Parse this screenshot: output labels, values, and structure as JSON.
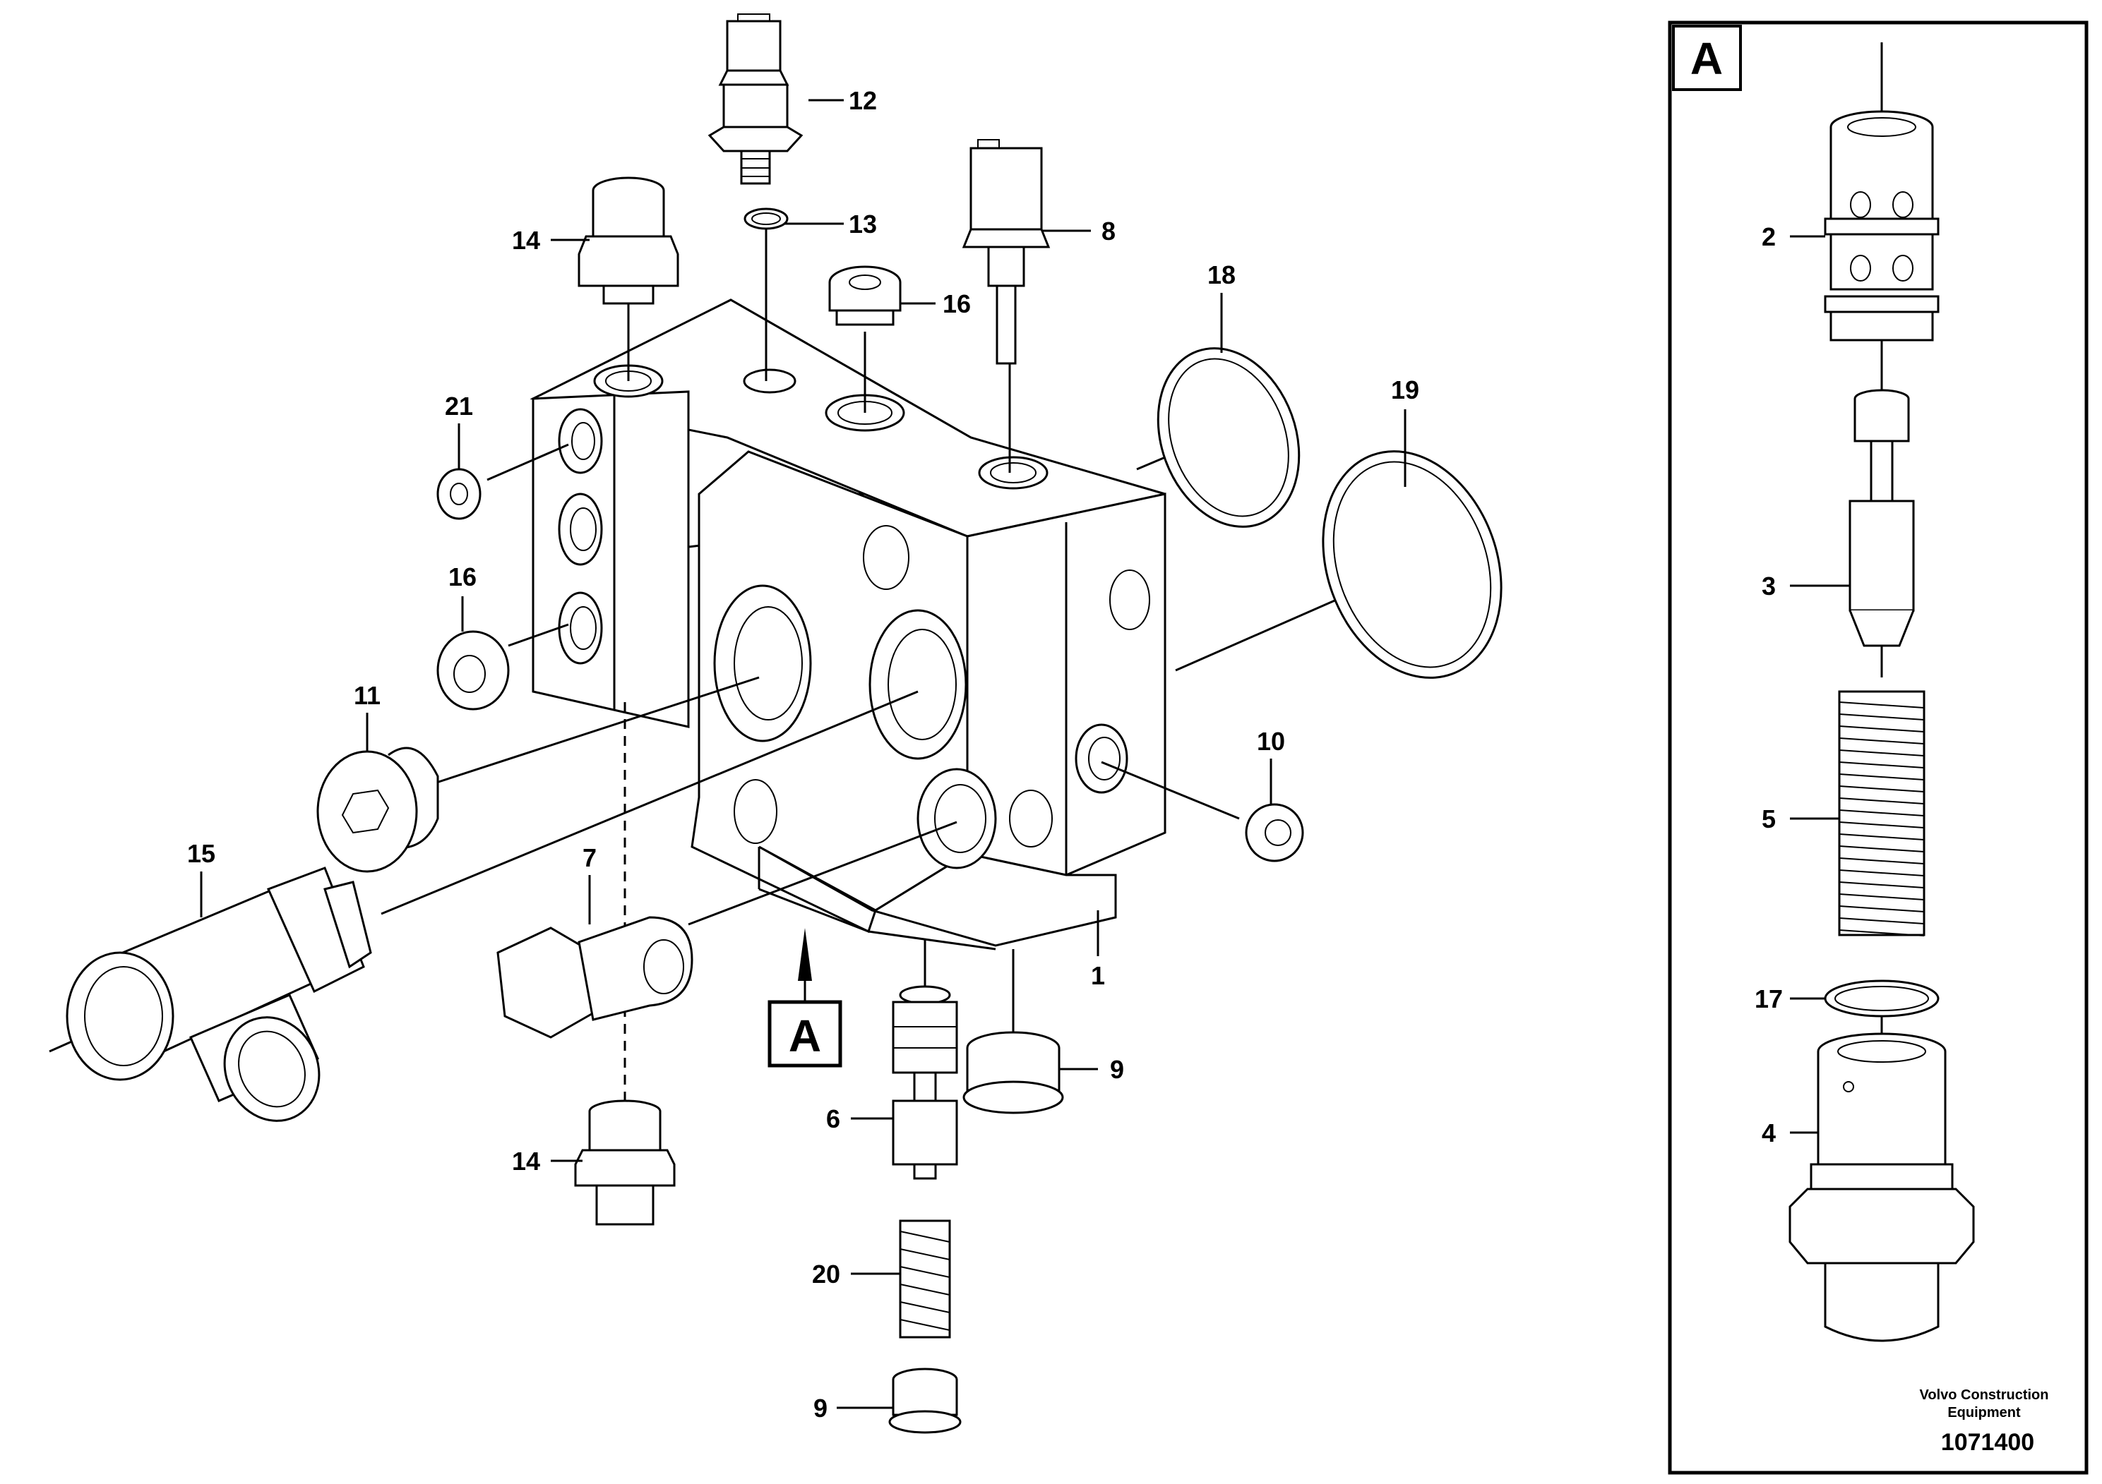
{
  "callouts": {
    "c1": "1",
    "c2": "2",
    "c3": "3",
    "c4": "4",
    "c5": "5",
    "c6": "6",
    "c7": "7",
    "c8": "8",
    "c9a": "9",
    "c9b": "9",
    "c10": "10",
    "c11": "11",
    "c12": "12",
    "c13": "13",
    "c14a": "14",
    "c14b": "14",
    "c15": "15",
    "c16a": "16",
    "c16b": "16",
    "c17": "17",
    "c18": "18",
    "c19": "19",
    "c20": "20",
    "c21": "21"
  },
  "view_marker": "A",
  "detail_label": "A",
  "footer": {
    "company_line1": "Volvo Construction",
    "company_line2": "Equipment",
    "document_number": "1071400"
  }
}
